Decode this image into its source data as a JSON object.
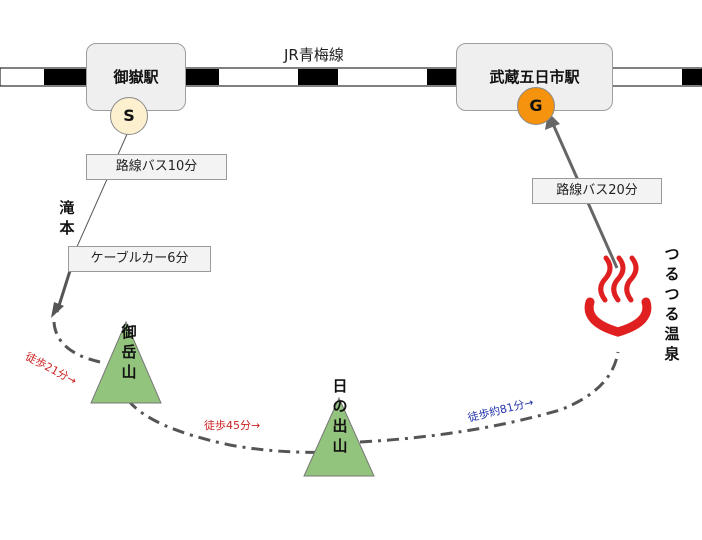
{
  "line_name": "JR青梅線",
  "stations": {
    "start": {
      "name": "御嶽駅",
      "marker": "S",
      "marker_color": "#fdf0cf"
    },
    "goal": {
      "name": "武蔵五日市駅",
      "marker": "G",
      "marker_color": "#f5930f"
    }
  },
  "transport": {
    "bus_to_takimoto": "路線バス10分",
    "cable_car": "ケーブルカー6分",
    "bus_to_goal": "路線バス20分"
  },
  "places": {
    "takimoto": "滝\n本",
    "mitake_san": "御\n岳\n山",
    "hinode_yama": "日\nの\n出\n山",
    "tsurutsuru_onsen": "つ\nる\nつ\nる\n温\n泉"
  },
  "walks": {
    "walk1": {
      "label": "徒歩21分→",
      "color": "#cc2222"
    },
    "walk2": {
      "label": "徒歩45分→",
      "color": "#cc2222"
    },
    "walk3": {
      "label": "徒歩約81分→",
      "color": "#2233aa"
    }
  },
  "colors": {
    "rail_black": "#000000",
    "mountain": "#93c47d",
    "path": "#555555",
    "onsen": "#e02020"
  },
  "icons": {
    "onsen": "hot-spring-icon",
    "mountain": "mountain-icon"
  }
}
